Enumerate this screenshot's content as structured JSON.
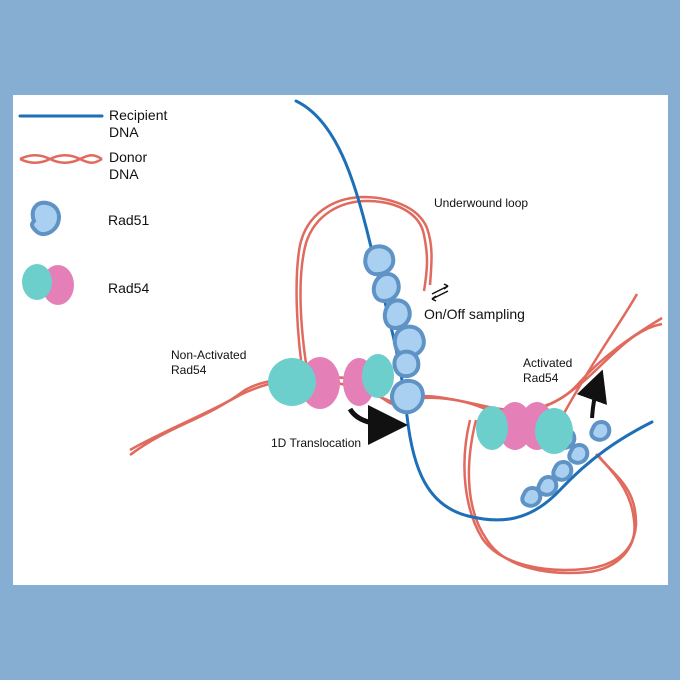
{
  "legend": {
    "recipient_line1": "Recipient",
    "recipient_line2": "DNA",
    "donor_line1": "Donor",
    "donor_line2": "DNA",
    "rad51": "Rad51",
    "rad54": "Rad54"
  },
  "annotations": {
    "underwound_loop": "Underwound loop",
    "on_off_sampling": "On/Off sampling",
    "non_activated_line1": "Non-Activated",
    "non_activated_line2": "Rad54",
    "translocation": "1D Translocation",
    "activated_line1": "Activated",
    "activated_line2": "Rad54"
  },
  "colors": {
    "background": "#86aed3",
    "panel": "#ffffff",
    "recipient_dna": "#1d6fb8",
    "donor_dna": "#e06a5d",
    "rad51_fill": "#a9d0f0",
    "rad51_stroke": "#5f93c5",
    "rad54_teal": "#6ccfcc",
    "rad54_pink": "#e57fb8",
    "arrow": "#111111"
  }
}
